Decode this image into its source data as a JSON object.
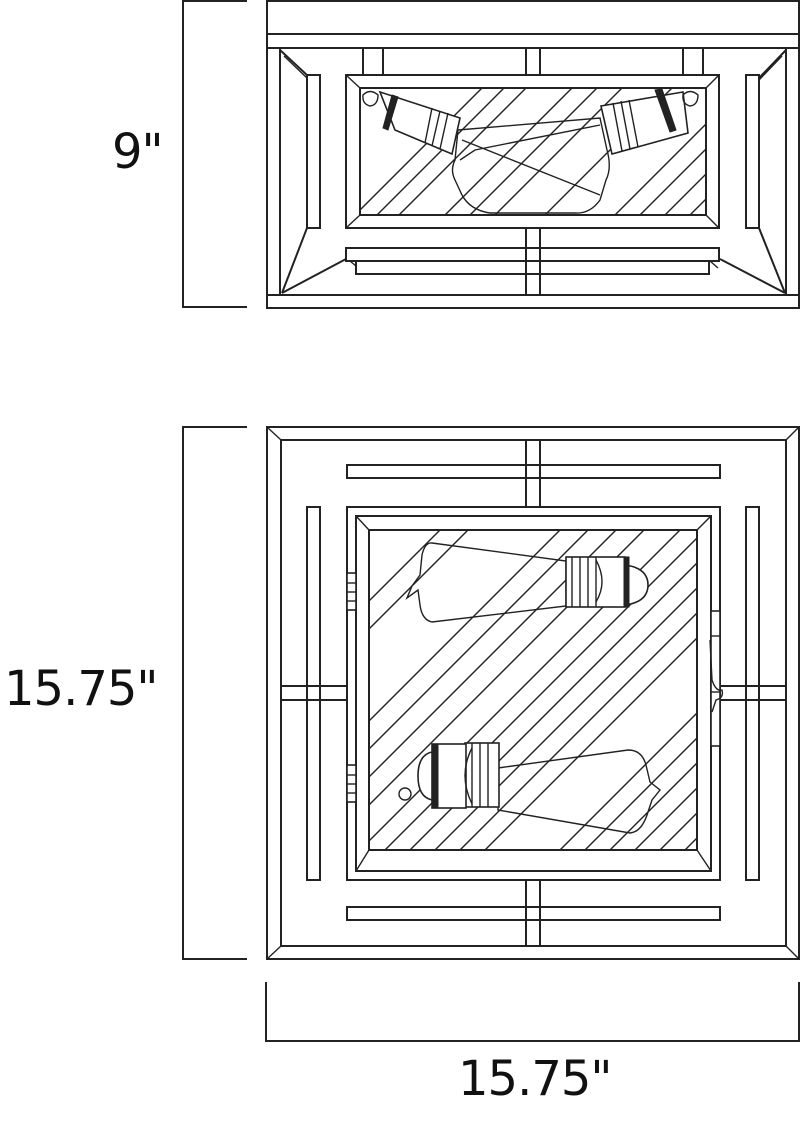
{
  "drawing": {
    "title": "Flush mount fixture dimension drawing",
    "views": [
      {
        "name": "side-view",
        "description": "Side elevation showing two angled Edison bulbs inside a framed glass housing"
      },
      {
        "name": "top-view",
        "description": "Plan view showing square frame, glass panel with diagonal hatching, two bulbs and hinges"
      }
    ],
    "line_color": "#222222",
    "background": "#ffffff"
  },
  "dimensions": {
    "height": {
      "label": "9\"",
      "value": 9,
      "unit": "in",
      "applies_to": "side-view"
    },
    "depth": {
      "label": "15.75\"",
      "value": 15.75,
      "unit": "in",
      "applies_to": "top-view vertical"
    },
    "width": {
      "label": "15.75\"",
      "value": 15.75,
      "unit": "in",
      "applies_to": "top-view horizontal"
    }
  }
}
